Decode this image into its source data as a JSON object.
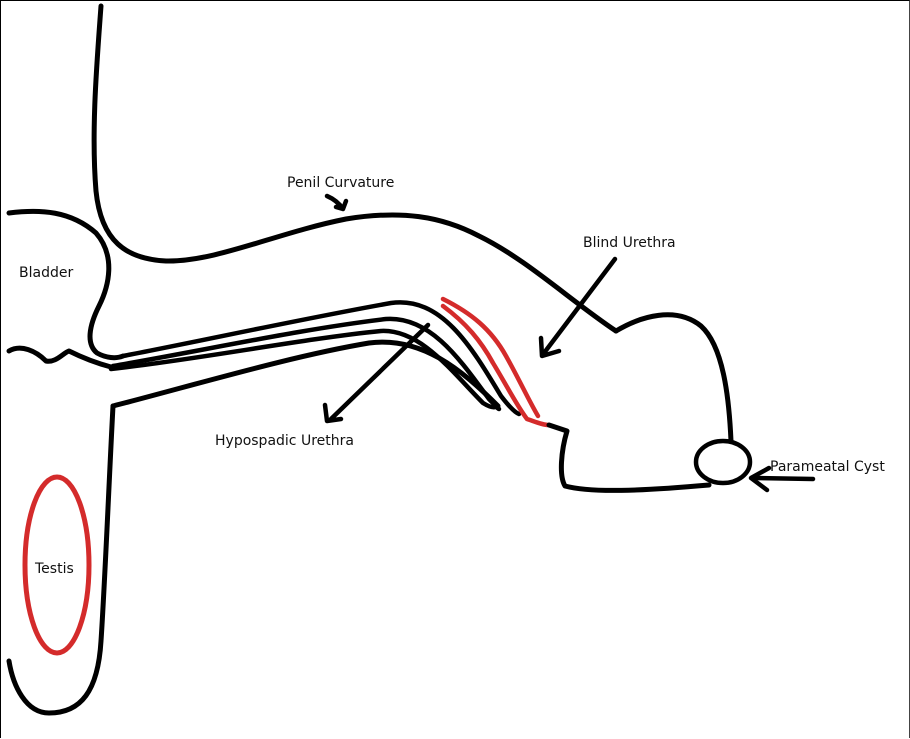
{
  "labels": {
    "penile_curvature": "Penil Curvature",
    "blind_urethra": "Blind Urethra",
    "bladder": "Bladder",
    "hypospadic_urethra": "Hypospadic Urethra",
    "parameatal_cyst": "Parameatal Cyst",
    "testis": "Testis"
  },
  "colors": {
    "outline": "#000000",
    "highlight": "#d42b2b"
  }
}
